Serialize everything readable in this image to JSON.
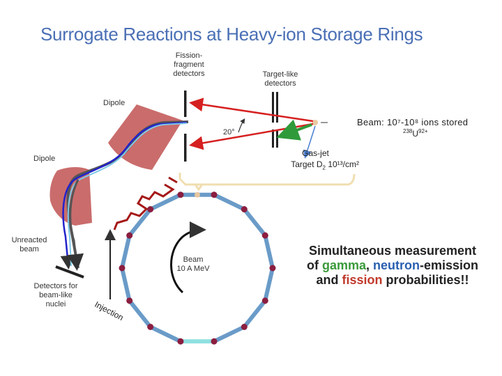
{
  "title": "Surrogate Reactions at Heavy-ion Storage Rings",
  "labels": {
    "fission_detectors": [
      "Fission-",
      "fragment",
      "detectors"
    ],
    "target_detectors": [
      "Target-like",
      "detectors"
    ],
    "dipole_top": "Dipole",
    "dipole_left": "Dipole",
    "angle": "20°",
    "beam_prefix": "Beam: ",
    "beam_ions": "10⁷-10⁸ ions stored",
    "isotope_mass": "238",
    "isotope_element": "U",
    "isotope_charge": "92+",
    "gasjet": "Gas-jet",
    "target_prefix": "Target D",
    "target_sub": "2",
    "target_density": " 10¹³/cm²",
    "unreacted": [
      "Unreacted",
      "beam"
    ],
    "detectors_beamlike": [
      "Detectors for",
      "beam-like",
      "nuclei"
    ],
    "ring_beam": [
      "Beam",
      "10 A MeV"
    ],
    "injection": "Injection"
  },
  "statement": {
    "line1": "Simultaneous measurement",
    "line2_pre": "of ",
    "gamma": "gamma",
    "comma": ", ",
    "neutron": "neutron",
    "line2_post": "-emission",
    "line3_pre": "and ",
    "fission": "fission",
    "line3_post": " probabilities!!"
  },
  "colors": {
    "title": "#4a6fb5",
    "fission_arrow": "#d62020",
    "target_arrow": "#2f9a3a",
    "beam_arrow": "#4a7fd0",
    "dipole": "#c45c5c",
    "ring_segment": "#6a9bc8",
    "ring_joint": "#8b1e3f",
    "bracket": "#f0deb0"
  }
}
